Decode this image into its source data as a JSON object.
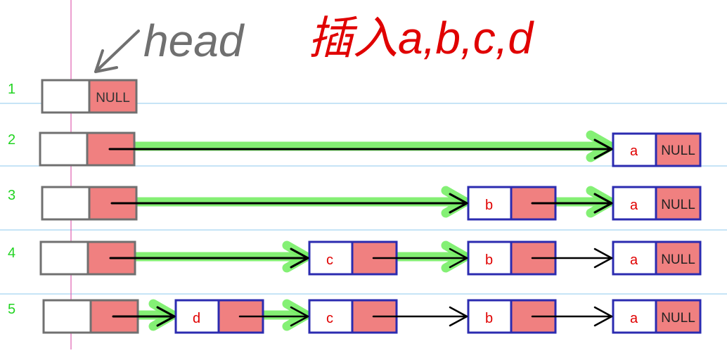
{
  "title": {
    "text": "插入a,b,c,d",
    "color": "#e00000"
  },
  "head_label": {
    "text": "head",
    "color": "#707070"
  },
  "colors": {
    "ruled_line": "#8cc8ee",
    "margin_line": "#e060b0",
    "row_number": "#22d422",
    "head_box": "#707070",
    "pointer_fill": "#f08080",
    "node_border": "#2b2bb0",
    "node_text": "#e00000",
    "arrow": "#000000",
    "highlight": "#77ee66"
  },
  "rows": [
    {
      "number": "1",
      "head_value": "NULL",
      "nodes": []
    },
    {
      "number": "2",
      "head_value": "",
      "nodes": [
        {
          "label": "a",
          "next": "NULL"
        }
      ]
    },
    {
      "number": "3",
      "head_value": "",
      "nodes": [
        {
          "label": "b",
          "next": ""
        },
        {
          "label": "a",
          "next": "NULL"
        }
      ]
    },
    {
      "number": "4",
      "head_value": "",
      "nodes": [
        {
          "label": "c",
          "next": ""
        },
        {
          "label": "b",
          "next": ""
        },
        {
          "label": "a",
          "next": "NULL"
        }
      ]
    },
    {
      "number": "5",
      "head_value": "",
      "nodes": [
        {
          "label": "d",
          "next": ""
        },
        {
          "label": "c",
          "next": ""
        },
        {
          "label": "b",
          "next": ""
        },
        {
          "label": "a",
          "next": "NULL"
        }
      ]
    }
  ]
}
